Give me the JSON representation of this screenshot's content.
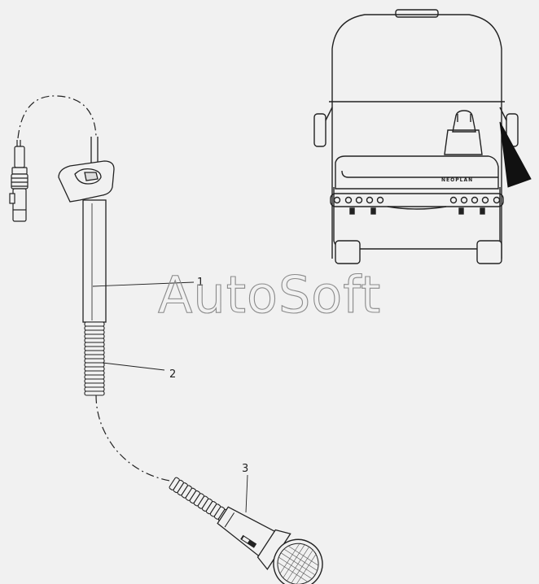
{
  "watermark": "AutoSoft",
  "bus_brand": "NEOPLAN",
  "callouts": [
    {
      "id": "1",
      "part": "microphone-holder-tube"
    },
    {
      "id": "2",
      "part": "flexible-gooseneck"
    },
    {
      "id": "3",
      "part": "handheld-microphone"
    }
  ]
}
